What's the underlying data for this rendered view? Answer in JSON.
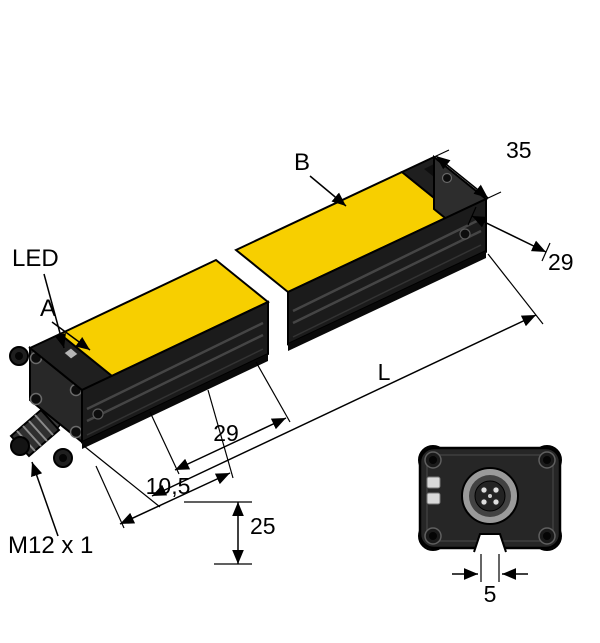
{
  "drawing": {
    "labels": {
      "led": "LED",
      "ref_a": "A",
      "ref_b": "B",
      "connector": "M12 x 1"
    },
    "dimensions": {
      "end_width": "35",
      "end_depth": "29",
      "length": "L",
      "bracket_spacing": "29",
      "connector_offset": "10,5",
      "body_height": "25",
      "notch_width": "5"
    },
    "colors": {
      "housing_yellow": "#f7cf00",
      "housing_black": "#1b1b1b",
      "line_black": "#000000",
      "background": "#ffffff"
    }
  }
}
